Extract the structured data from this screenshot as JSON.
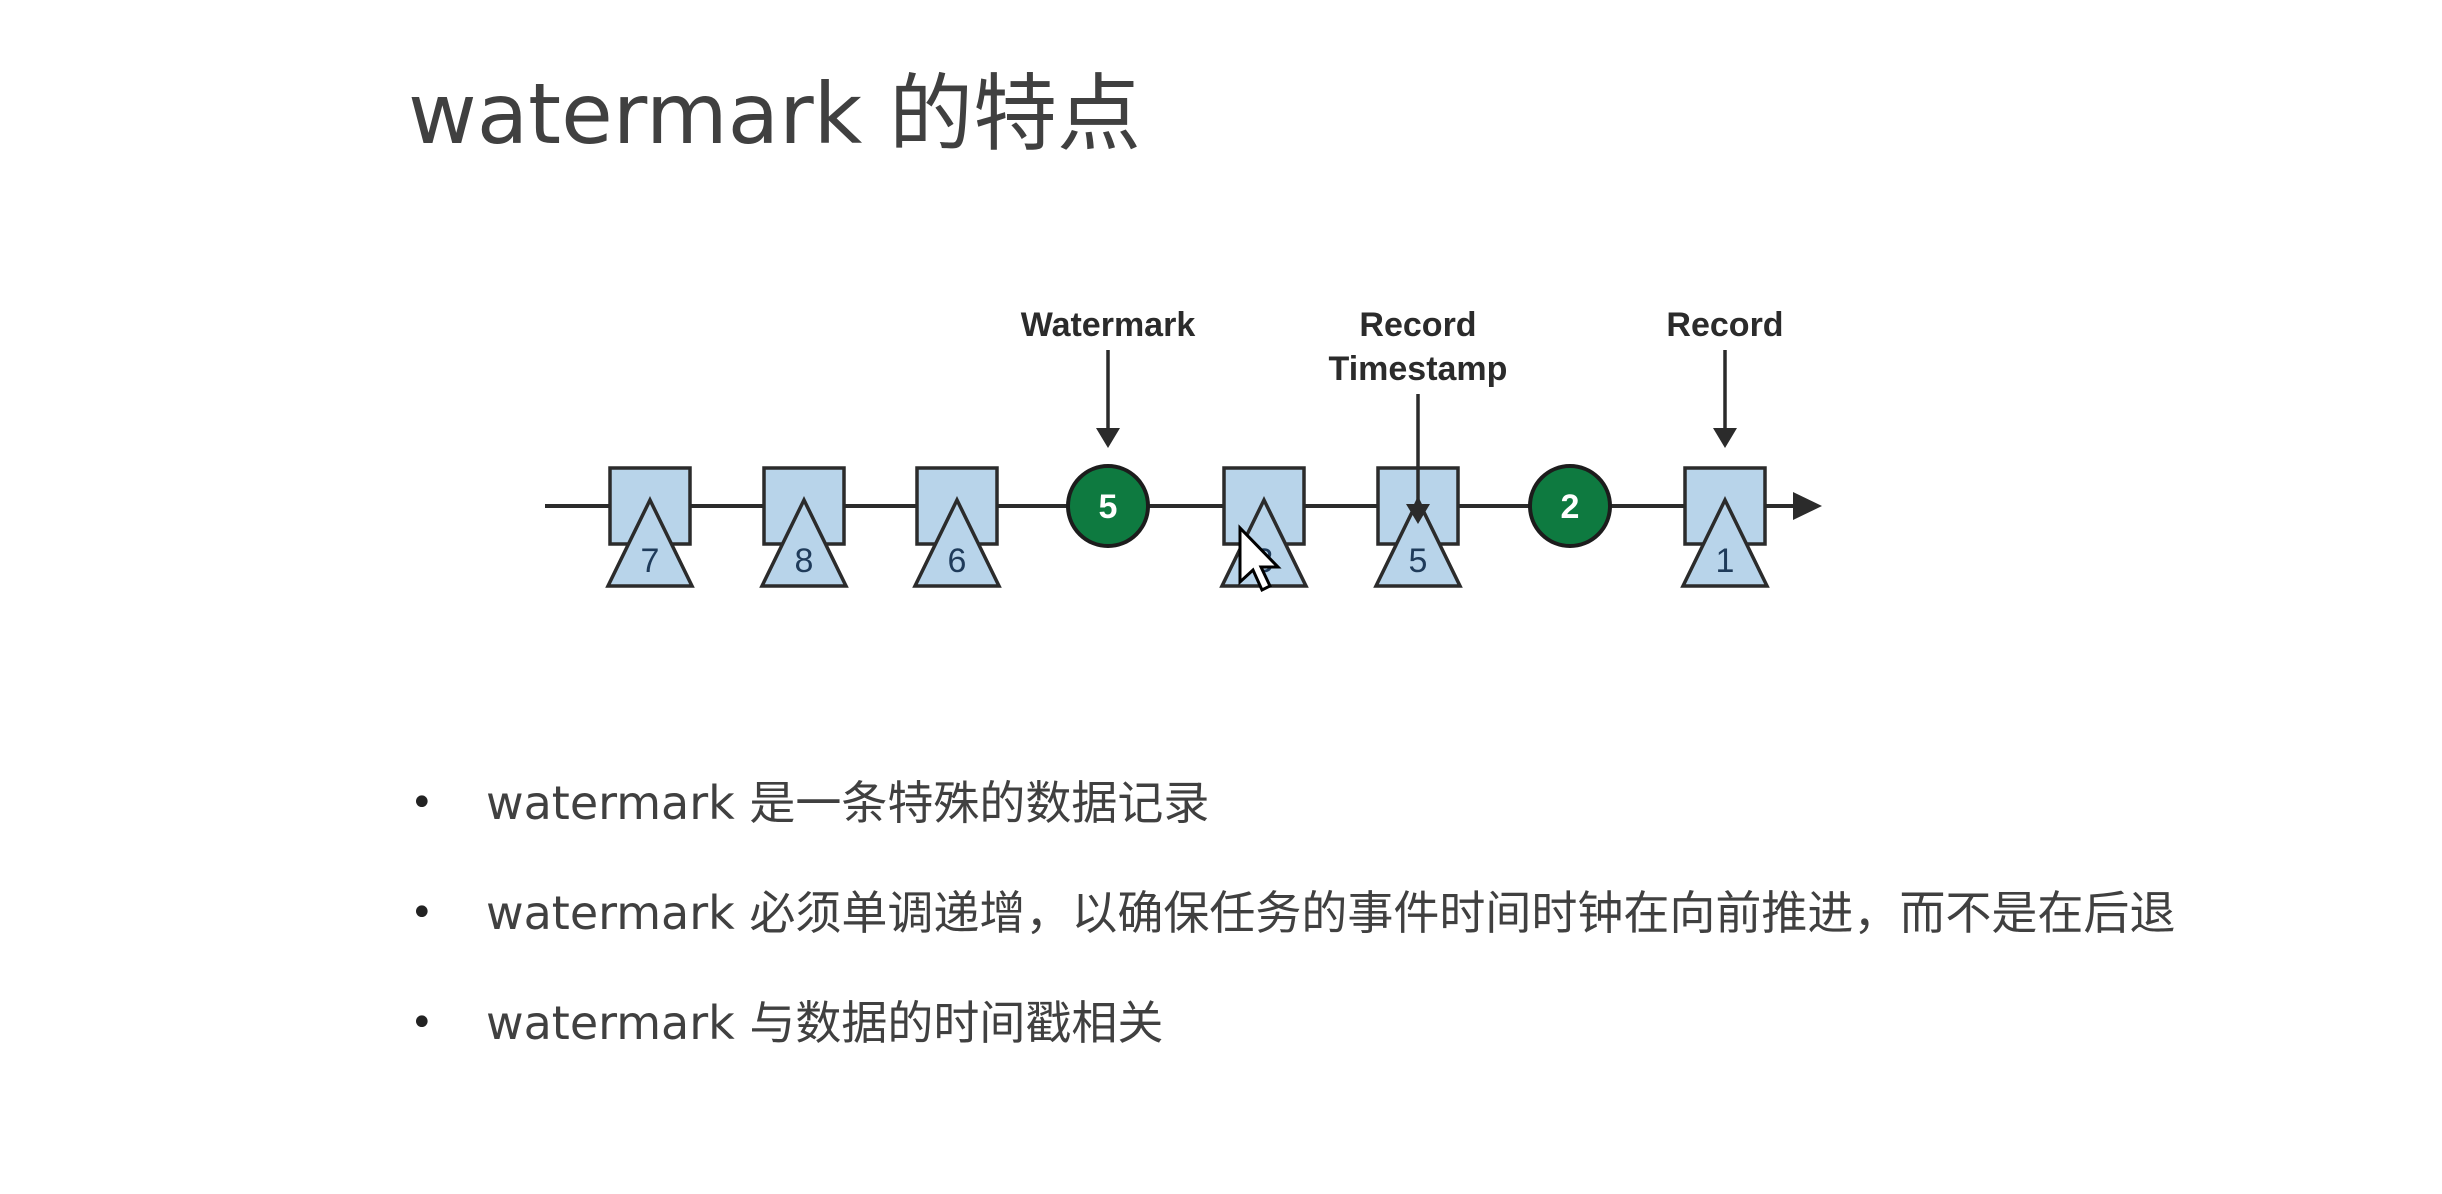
{
  "slide": {
    "title": "watermark 的特点"
  },
  "diagram": {
    "labels": {
      "watermark": "Watermark",
      "record_timestamp_line1": "Record",
      "record_timestamp_line2": "Timestamp",
      "record": "Record"
    },
    "stream": [
      {
        "kind": "record",
        "timestamp": "7"
      },
      {
        "kind": "record",
        "timestamp": "8"
      },
      {
        "kind": "record",
        "timestamp": "6"
      },
      {
        "kind": "watermark",
        "value": "5"
      },
      {
        "kind": "record",
        "timestamp": "3"
      },
      {
        "kind": "record",
        "timestamp": "5"
      },
      {
        "kind": "watermark",
        "value": "2"
      },
      {
        "kind": "record",
        "timestamp": "1"
      }
    ],
    "colors": {
      "record_fill": "#b8d4ea",
      "record_stroke": "#2b2b2b",
      "watermark_fill": "#0e7a40",
      "watermark_text": "#ffffff",
      "line": "#2b2b2b"
    }
  },
  "bullets": [
    {
      "text": "watermark 是一条特殊的数据记录"
    },
    {
      "text": "watermark 必须单调递增，以确保任务的事件时间时钟在向前推进，而不是在后退"
    },
    {
      "text": "watermark 与数据的时间戳相关"
    }
  ]
}
